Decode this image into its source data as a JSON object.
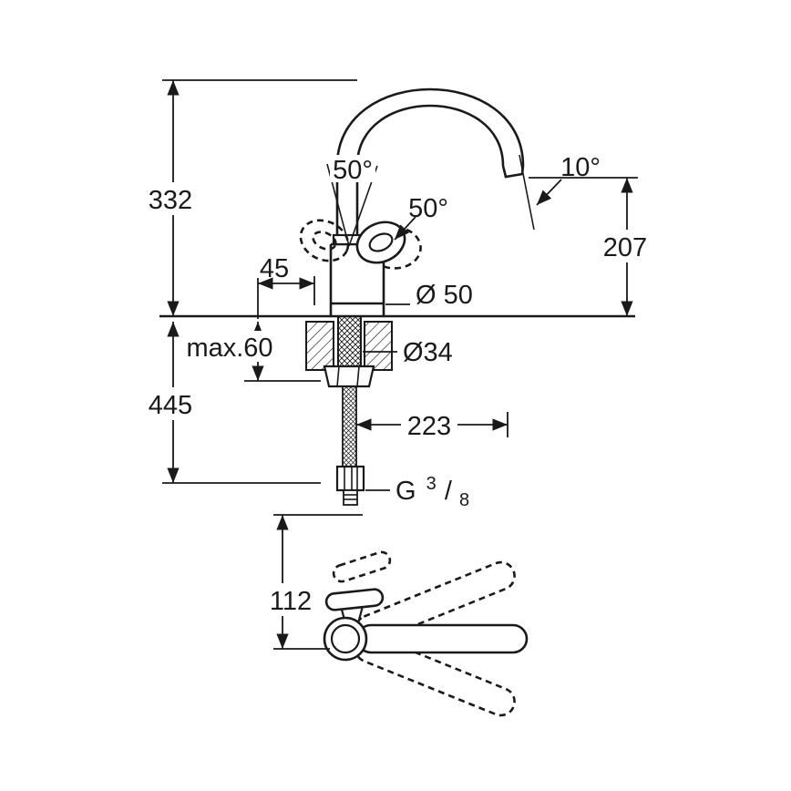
{
  "drawing": {
    "type": "technical-dimension-drawing",
    "subject": "kitchen-faucet-with-high-arc-spout",
    "background_color": "#ffffff",
    "line_color": "#1a1a1a",
    "labels": {
      "overall_height": "332",
      "swivel_handle_top": "50°",
      "swivel_handle_right": "50°",
      "spout_tilt": "10°",
      "outlet_height": "207",
      "offset_front": "45",
      "body_diameter": "Ø 50",
      "max_deck_thickness": "max.60",
      "hole_diameter": "Ø34",
      "hose_drop": "445",
      "spout_reach": "223",
      "bottom_depth": "112",
      "thread": {
        "prefix": "G",
        "numerator": "3",
        "slash": "/",
        "denominator": "8"
      }
    }
  }
}
